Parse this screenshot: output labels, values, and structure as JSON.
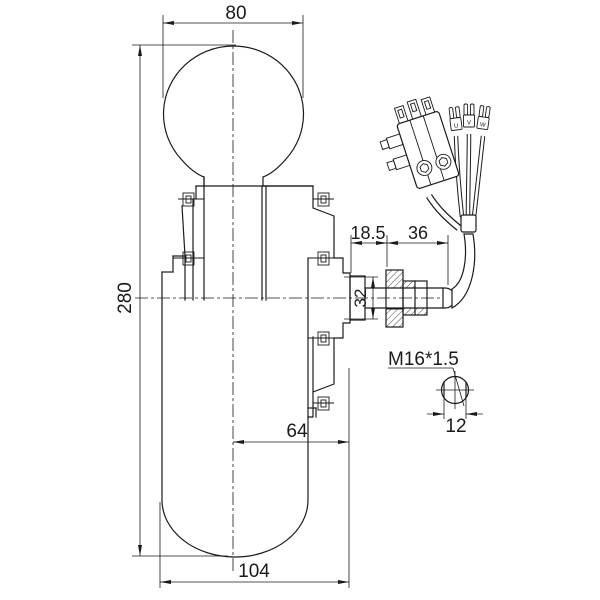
{
  "drawing": {
    "type": "engineering-drawing",
    "subject": "hub motor wheel side view with axle, cable gland, phase-wire terminals and signal connector",
    "colors": {
      "line": "#1a1a1a",
      "background": "#ffffff"
    },
    "dimensions": {
      "ball_width": {
        "label": "80"
      },
      "overall_height": {
        "label": "280"
      },
      "axle_step": {
        "label": "18.5"
      },
      "axle_length": {
        "label": "36"
      },
      "axle_boss_height": {
        "label": "32"
      },
      "hub_offset": {
        "label": "64"
      },
      "overall_width": {
        "label": "104"
      },
      "axle_flats": {
        "label": "12"
      }
    },
    "thread_callout": {
      "label": "M16*1.5"
    },
    "cable": {
      "terminals": [
        {
          "label": "U"
        },
        {
          "label": "V"
        },
        {
          "label": "W"
        }
      ]
    }
  }
}
